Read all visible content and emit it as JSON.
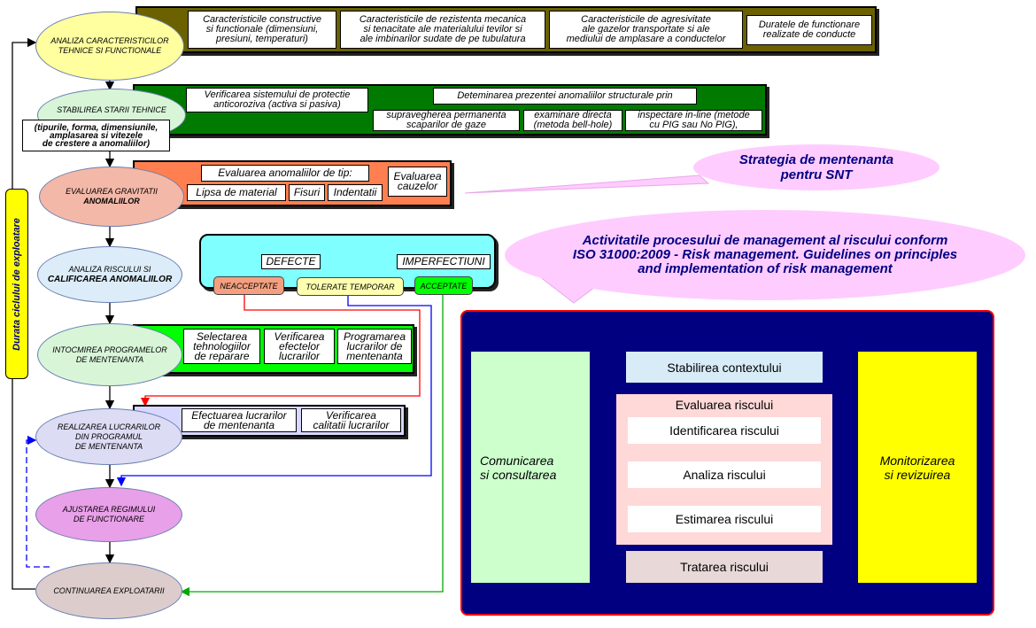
{
  "colors": {
    "olive": "#6b6100",
    "green": "#007a00",
    "salmon": "#ff7f50",
    "cyan": "#7fffff",
    "brightgreen": "#00ff00",
    "lavender": "#d8d8ff",
    "navy": "#000080",
    "ellipse_yellow": "#ffffa0",
    "ellipse_green": "#d8f5d8",
    "ellipse_pink": "#f4b8a8",
    "ellipse_blue": "#dcecf8",
    "ellipse_purple": "#e8a0e8",
    "ellipse_grey": "#dccccc",
    "callout_pink": "#ffccff",
    "yellow": "#ffff00",
    "light_green": "#ccffcc",
    "light_blue": "#d8ecf8",
    "red": "#ff0000"
  },
  "steps": {
    "s1": "ANALIZA CARACTERISTICILOR\nTEHNICE SI FUNCTIONALE",
    "s2": "STABILIREA STARII TEHNICE",
    "s2_sub": "(tipurile, forma, dimensiunile,\namplasarea si vitezele\nde crestere a anomaliilor)",
    "s3": "EVALUAREA GRAVITATII",
    "s3b": "ANOMALIILOR",
    "s4": "ANALIZA RISCULUI SI",
    "s4b": "CALIFICAREA ANOMALIILOR",
    "s5": "INTOCMIREA PROGRAMELOR\nDE  MENTENANTA",
    "s6": "REALIZAREA LUCRARILOR\nDIN PROGRAMUL\nDE MENTENANTA",
    "s7": "AJUSTAREA REGIMULUI\nDE FUNCTIONARE",
    "s8": "CONTINUAREA EXPLOATARII"
  },
  "vertical_label": "Durata ciclului de exploatare",
  "band1": [
    "Caracteristicile constructive\nsi functionale (dimensiuni,\npresiuni, temperaturi)",
    "Caracteristicile de rezistenta mecanica\nsi tenacitate ale materialului tevilor si\nale imbinarilor sudate de pe tubulatura",
    "Caracteristicile de agresivitate\nale gazelor transportate si ale\nmediului de amplasare a conductelor",
    "Duratele de functionare\nrealizate de conducte"
  ],
  "band2": {
    "a": "Verificarea sistemului de protectie\nanticoroziva (activa si pasiva)",
    "b": "Deteminarea  prezentei anomaliilor structurale prin",
    "c": "supravegherea permanenta\nscaparilor de gaze",
    "d": "examinare directa\n(metoda bell-hole)",
    "e": "inspectare in-line (metode\ncu PIG sau No PIG),"
  },
  "band3": {
    "title": "Evaluarea anomaliilor de tip:",
    "items": [
      "Lipsa de material",
      "Fisuri",
      "Indentatii"
    ],
    "cause": "Evaluarea\ncauzelor"
  },
  "band4": {
    "defects": "DEFECTE",
    "imperf": "IMPERFECTIUNI",
    "neaccept": "NEACCEPTATE",
    "tolerate": "TOLERATE  TEMPORAR",
    "accept": "ACCEPTATE"
  },
  "band5": [
    "Selectarea\ntehnologiilor\nde reparare",
    "Verificarea\nefectelor\nlucrarilor",
    "Programarea\nlucrarilor de\nmentenanta"
  ],
  "band6": [
    "Efectuarea lucrarilor\nde mentenanta",
    "Verificarea\ncalitatii lucrarilor"
  ],
  "callout1": "Strategia de mentenanta\npentru SNT",
  "callout2": "Activitatile procesului de management al riscului conform\nISO 31000:2009 - Risk management. Guidelines on principles\nand implementation of risk management",
  "iso": {
    "communication": "Comunicarea\nsi consultarea",
    "monitoring": "Monitorizarea\nsi revizuirea",
    "context": "Stabilirea contextului",
    "assessment": "Evaluarea riscului",
    "identify": "Identificarea riscului",
    "analysis": "Analiza riscului",
    "estimate": "Estimarea riscului",
    "treatment": "Tratarea riscului"
  }
}
